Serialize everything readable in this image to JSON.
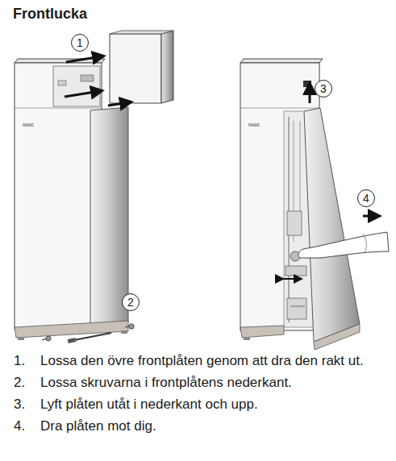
{
  "diagram": {
    "title": "Frontlucka",
    "nodes": [
      {
        "text": [
          "1"
        ]
      },
      {
        "text": [
          "2"
        ]
      },
      {
        "text": [
          "3"
        ]
      },
      {
        "text": [
          "4"
        ]
      }
    ],
    "labels": [
      "1.",
      "Lossa den övre frontplåten genom att dra den rakt ut.",
      "2.",
      "Lossa skruvarna i frontplåtens nederkant.",
      "3.",
      "Lyft plåten utåt i nederkant och upp.",
      "4.",
      "Dra plåten mot dig.",
      "NIBE",
      "NIBE"
    ]
  }
}
